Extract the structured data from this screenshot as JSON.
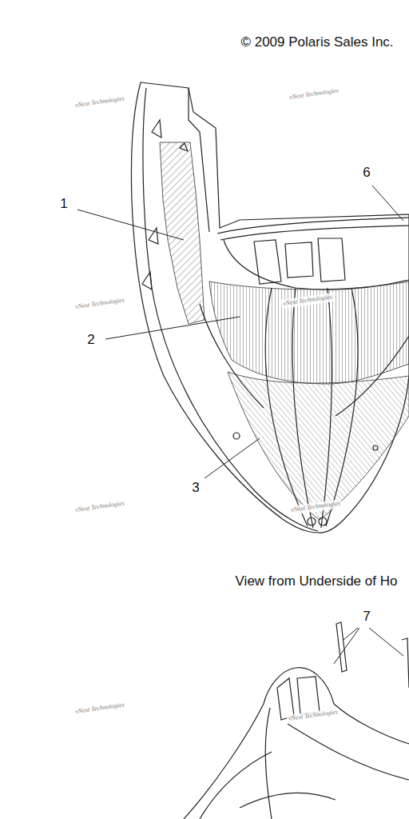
{
  "diagram": {
    "labels": [
      "© 2009 Polaris Sales Inc.",
      "vNext Technologies",
      "vNext Technologies",
      "6",
      "1",
      "vNext Technologies",
      "vNext Technologies",
      "2",
      "3",
      "vNext Technologies",
      "vNext Technologies",
      "View from Underside of Ho",
      "7",
      "vNext Technologies",
      "vNext Technologies"
    ]
  }
}
